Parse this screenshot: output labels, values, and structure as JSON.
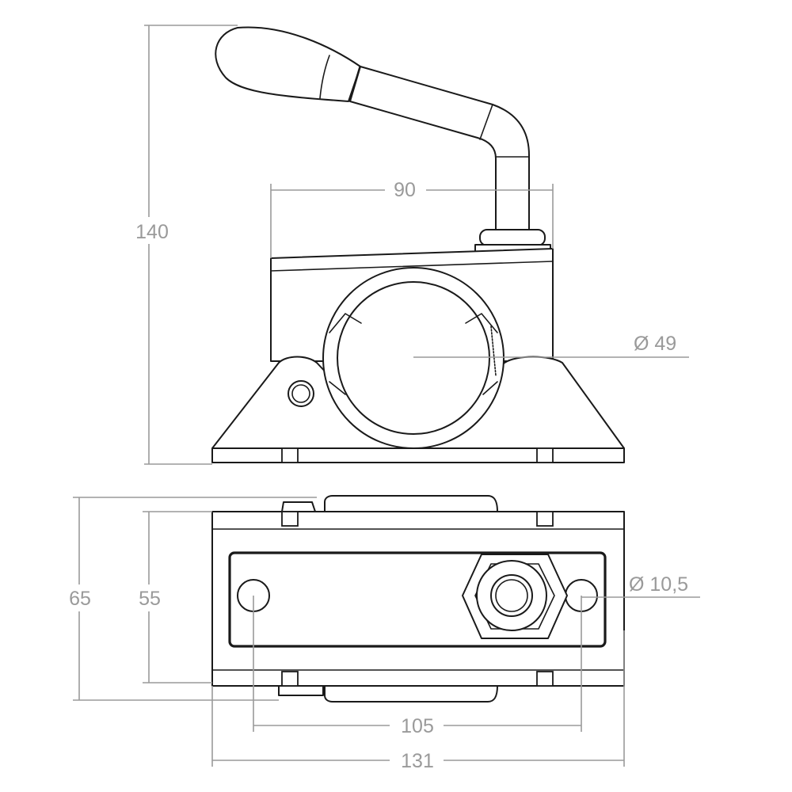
{
  "drawing": {
    "colors": {
      "outline": "#1a1a1a",
      "dimension": "#9a9a9a",
      "background": "#ffffff"
    },
    "dimensions": {
      "height_total": "140",
      "width_top": "90",
      "tube_diameter": "Ø 49",
      "height_base": "65",
      "height_inner": "55",
      "hole_diameter": "Ø 10,5",
      "hole_spacing": "105",
      "width_total": "131"
    }
  }
}
